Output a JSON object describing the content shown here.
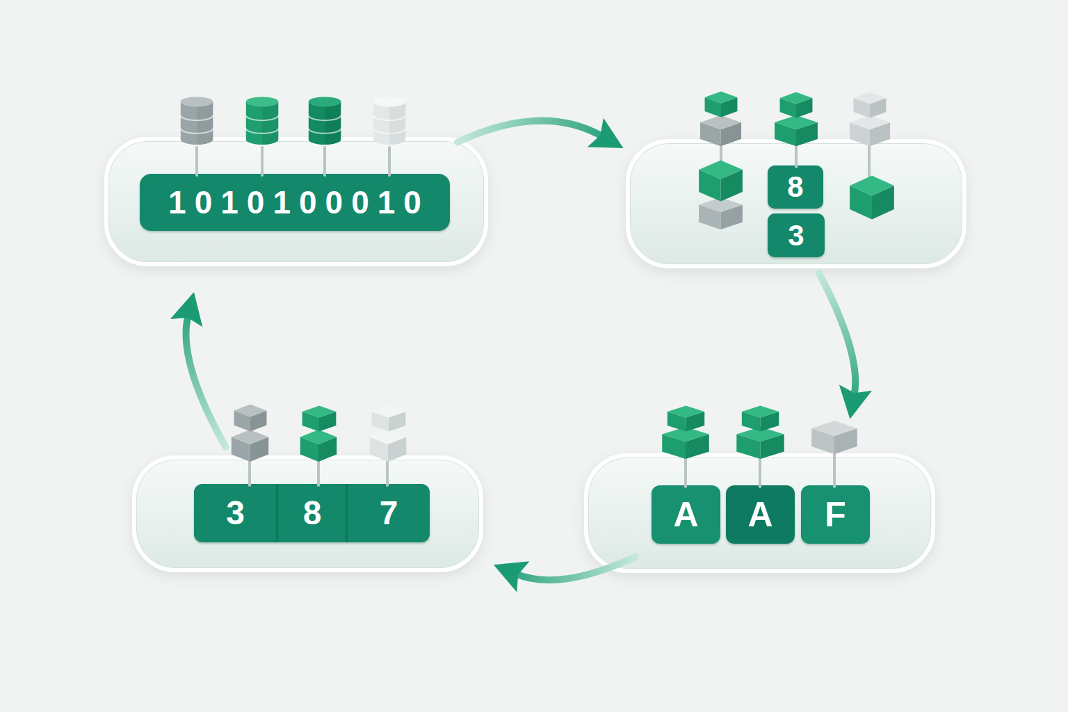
{
  "diagram": {
    "nodes": [
      {
        "text": []
      },
      {
        "text": [
          "1010100010"
        ],
        "in": 0
      },
      {
        "text": []
      },
      {
        "text": [
          "8"
        ],
        "in": 2
      },
      {
        "text": [
          "3"
        ],
        "in": 2
      },
      {
        "text": []
      },
      {
        "text": [
          "A"
        ],
        "in": 5
      },
      {
        "text": [
          "A"
        ],
        "in": 5
      },
      {
        "text": [
          "F"
        ],
        "in": 5
      },
      {
        "text": []
      },
      {
        "text": [
          "3"
        ],
        "in": 9
      },
      {
        "text": [
          "8"
        ],
        "in": 9
      },
      {
        "text": [
          "7"
        ],
        "in": 9
      }
    ],
    "edges": [
      {
        "from": 0,
        "to": 2,
        "arrow": "to"
      },
      {
        "from": 2,
        "to": 5,
        "arrow": "to"
      },
      {
        "from": 5,
        "to": 9,
        "arrow": "to"
      },
      {
        "from": 9,
        "to": 0,
        "arrow": "to"
      }
    ]
  }
}
